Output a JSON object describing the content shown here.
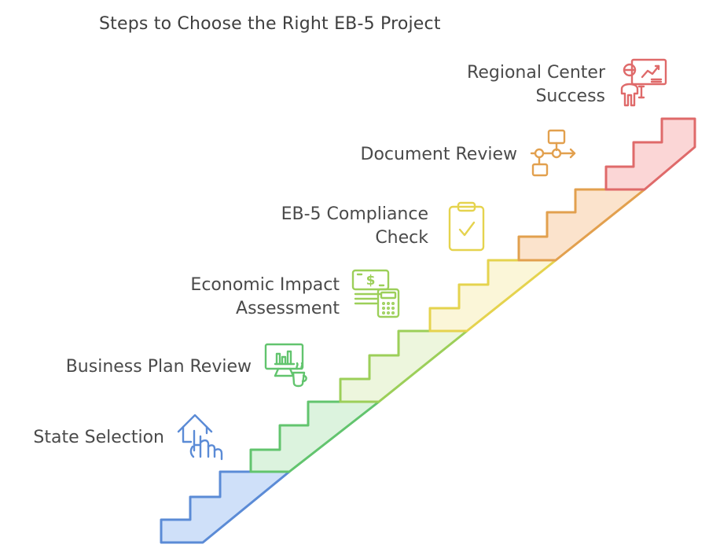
{
  "diagram": {
    "title": "Steps to Choose the Right EB-5 Project",
    "steps": [
      {
        "label": "State Selection",
        "icon": "hand-pointing-house-icon",
        "color": "#5b8bd6",
        "fill": "#cfe0f9"
      },
      {
        "label": "Business Plan Review",
        "icon": "presentation-coffee-icon",
        "color": "#62c46e",
        "fill": "#dcf3de"
      },
      {
        "label": "Economic Impact Assessment",
        "icon": "cash-calculator-icon",
        "color": "#9ccf59",
        "fill": "#edf6dd"
      },
      {
        "label": "EB-5 Compliance Check",
        "icon": "checklist-clipboard-icon",
        "color": "#e5d34e",
        "fill": "#fbf6d8"
      },
      {
        "label": "Document Review",
        "icon": "workflow-diagram-icon",
        "color": "#e2a04e",
        "fill": "#fbe3cc"
      },
      {
        "label": "Regional Center Success",
        "icon": "presenter-chart-icon",
        "color": "#df6a6a",
        "fill": "#fbd6d6"
      }
    ]
  }
}
